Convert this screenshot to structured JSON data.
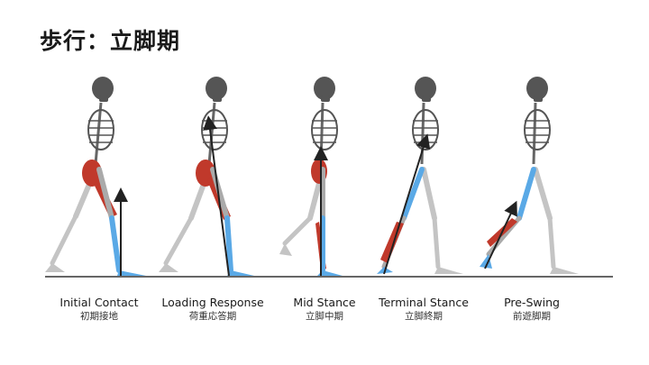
{
  "title": "歩行：立脚期",
  "phases": [
    {
      "name_en": "Initial Contact",
      "name_jp": "初期接地"
    },
    {
      "name_en": "Loading Response",
      "name_jp": "荷重応答期"
    },
    {
      "name_en": "Mid Stance",
      "name_jp": "立脚中期"
    },
    {
      "name_en": "Terminal Stance",
      "name_jp": "立脚終期"
    },
    {
      "name_en": "Pre-Swing",
      "name_jp": "前遊脚期"
    }
  ],
  "colors": {
    "bone": "#b5b5b5",
    "skull": "#555555",
    "muscle_red": "#c0392b",
    "muscle_blue": "#5aa9e6",
    "force_arrow": "#222222",
    "ground": "#333333"
  }
}
